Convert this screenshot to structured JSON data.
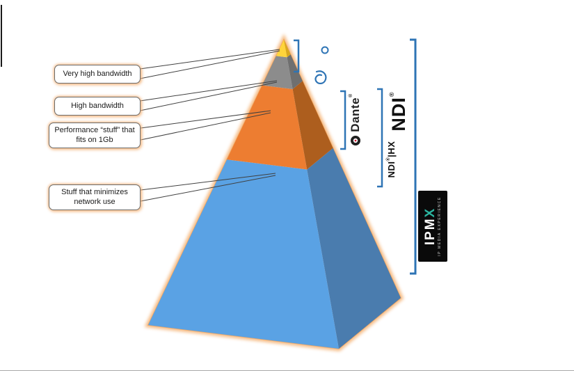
{
  "labels": [
    {
      "text": "Very high bandwidth"
    },
    {
      "text": "High bandwidth"
    },
    {
      "text": "Performance “stuff” that fits on 1Gb"
    },
    {
      "text": "Stuff that minimizes network use"
    }
  ],
  "pyramid": {
    "layers": [
      {
        "name": "very-high-bandwidth-tip",
        "front_color": "#FFD43B",
        "side_color": "#D9A81E"
      },
      {
        "name": "high-bandwidth",
        "front_color": "#8C8C8C",
        "side_color": "#6F6F6F"
      },
      {
        "name": "performance-1gb",
        "front_color": "#ED7D31",
        "side_color": "#AD5E1E"
      },
      {
        "name": "minimal-network-use",
        "front_color": "#5AA2E4",
        "side_color": "#4A7CAE"
      }
    ],
    "glow_color": "#F5B87E"
  },
  "annotations": {
    "bracket_color": "#2E74B5",
    "dante": {
      "text": "Dante",
      "reg": "®"
    },
    "ndi": {
      "text": "NDI",
      "reg": "®"
    },
    "ndi_hx": {
      "text": "NDI",
      "reg": "®",
      "suffix": "|HX"
    },
    "ipmx": {
      "title_main": "IPM",
      "title_x": "X",
      "subtitle": "IP MEDIA EXPERIENCE"
    }
  }
}
